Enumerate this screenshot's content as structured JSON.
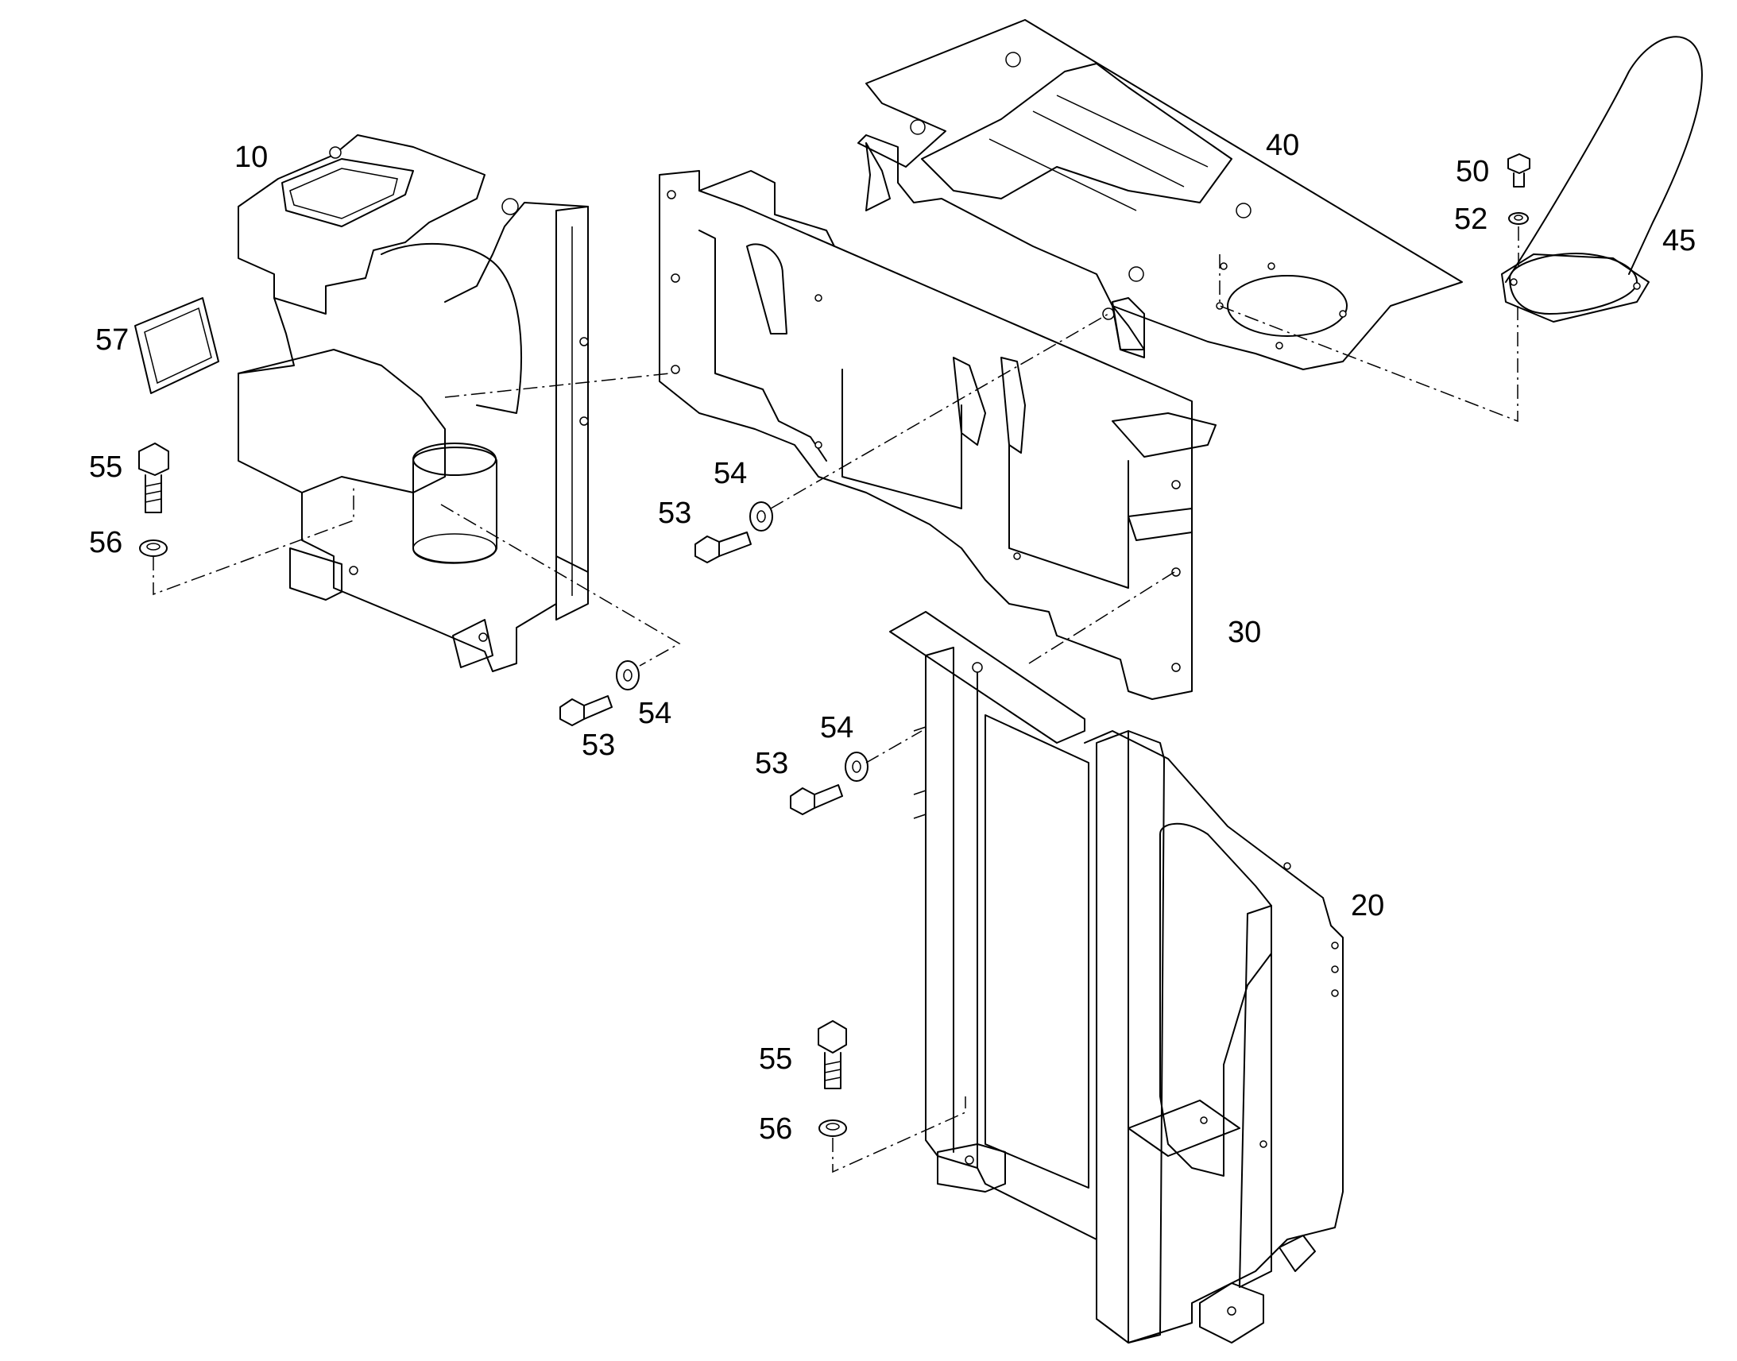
{
  "callouts": {
    "p10": "10",
    "p20": "20",
    "p30": "30",
    "p40": "40",
    "p45": "45",
    "p50": "50",
    "p52": "52",
    "p53a": "53",
    "p53b": "53",
    "p53c": "53",
    "p54a": "54",
    "p54b": "54",
    "p54c": "54",
    "p55a": "55",
    "p55b": "55",
    "p56a": "56",
    "p56b": "56",
    "p57": "57"
  }
}
